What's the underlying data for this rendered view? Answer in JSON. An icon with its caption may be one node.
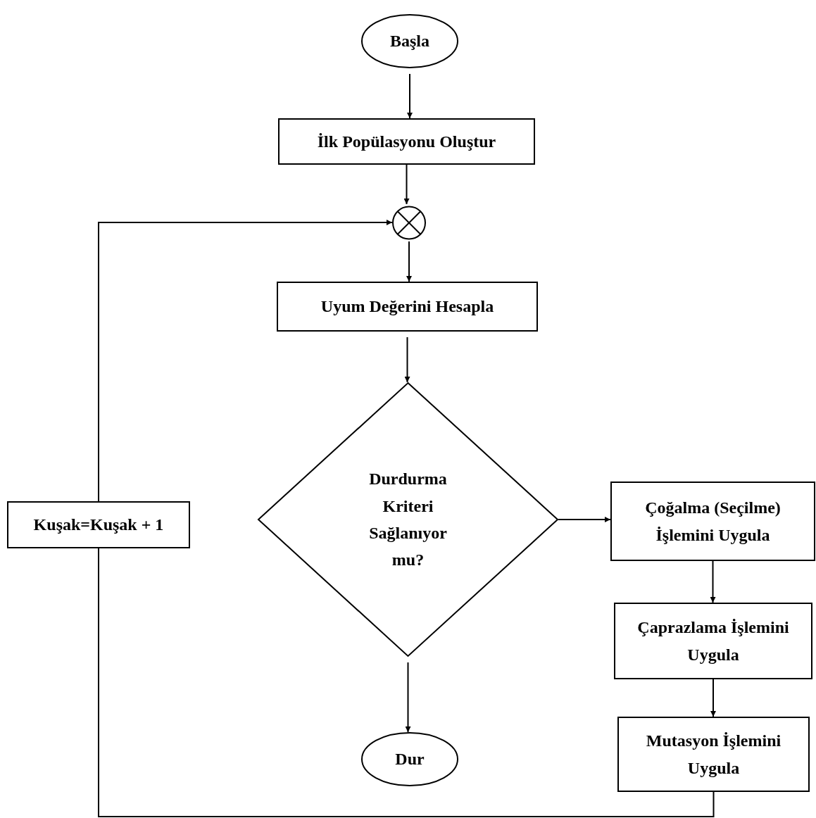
{
  "diagram": {
    "nodes": [
      {
        "text": [
          "Başla"
        ]
      },
      {
        "text": [
          "İlk Popülasyonu Oluştur"
        ]
      },
      {
        "text": [],
        "shape": "circle"
      },
      {
        "text": [
          "Uyum Değerini Hesapla"
        ]
      },
      {
        "text": [
          "Durdurma Kriteri Sağlanıyor mu?"
        ]
      },
      {
        "text": [
          "Dur"
        ]
      },
      {
        "text": [
          "Çoğalma (Seçilme) İşlemini Uygula"
        ]
      },
      {
        "text": [
          "Çaprazlama İşlemini Uygula"
        ]
      },
      {
        "text": [
          "Mutasyon İşlemini Uygula"
        ]
      },
      {
        "text": [
          "Kuşak=Kuşak + 1"
        ]
      }
    ],
    "edges": [
      {
        "from": 0,
        "to": 1,
        "arrow": "to"
      },
      {
        "from": 1,
        "to": 2,
        "arrow": "to"
      },
      {
        "from": 2,
        "to": 3,
        "arrow": "to"
      },
      {
        "from": 3,
        "to": 4,
        "arrow": "to"
      },
      {
        "from": 4,
        "to": 5,
        "arrow": "to"
      },
      {
        "from": 4,
        "to": 6,
        "arrow": "to"
      },
      {
        "from": 6,
        "to": 7,
        "arrow": "to"
      },
      {
        "from": 7,
        "to": 8,
        "arrow": "to"
      },
      {
        "from": 8,
        "to": 9,
        "arrow": "none"
      },
      {
        "from": 9,
        "to": 2,
        "arrow": "to"
      }
    ]
  }
}
